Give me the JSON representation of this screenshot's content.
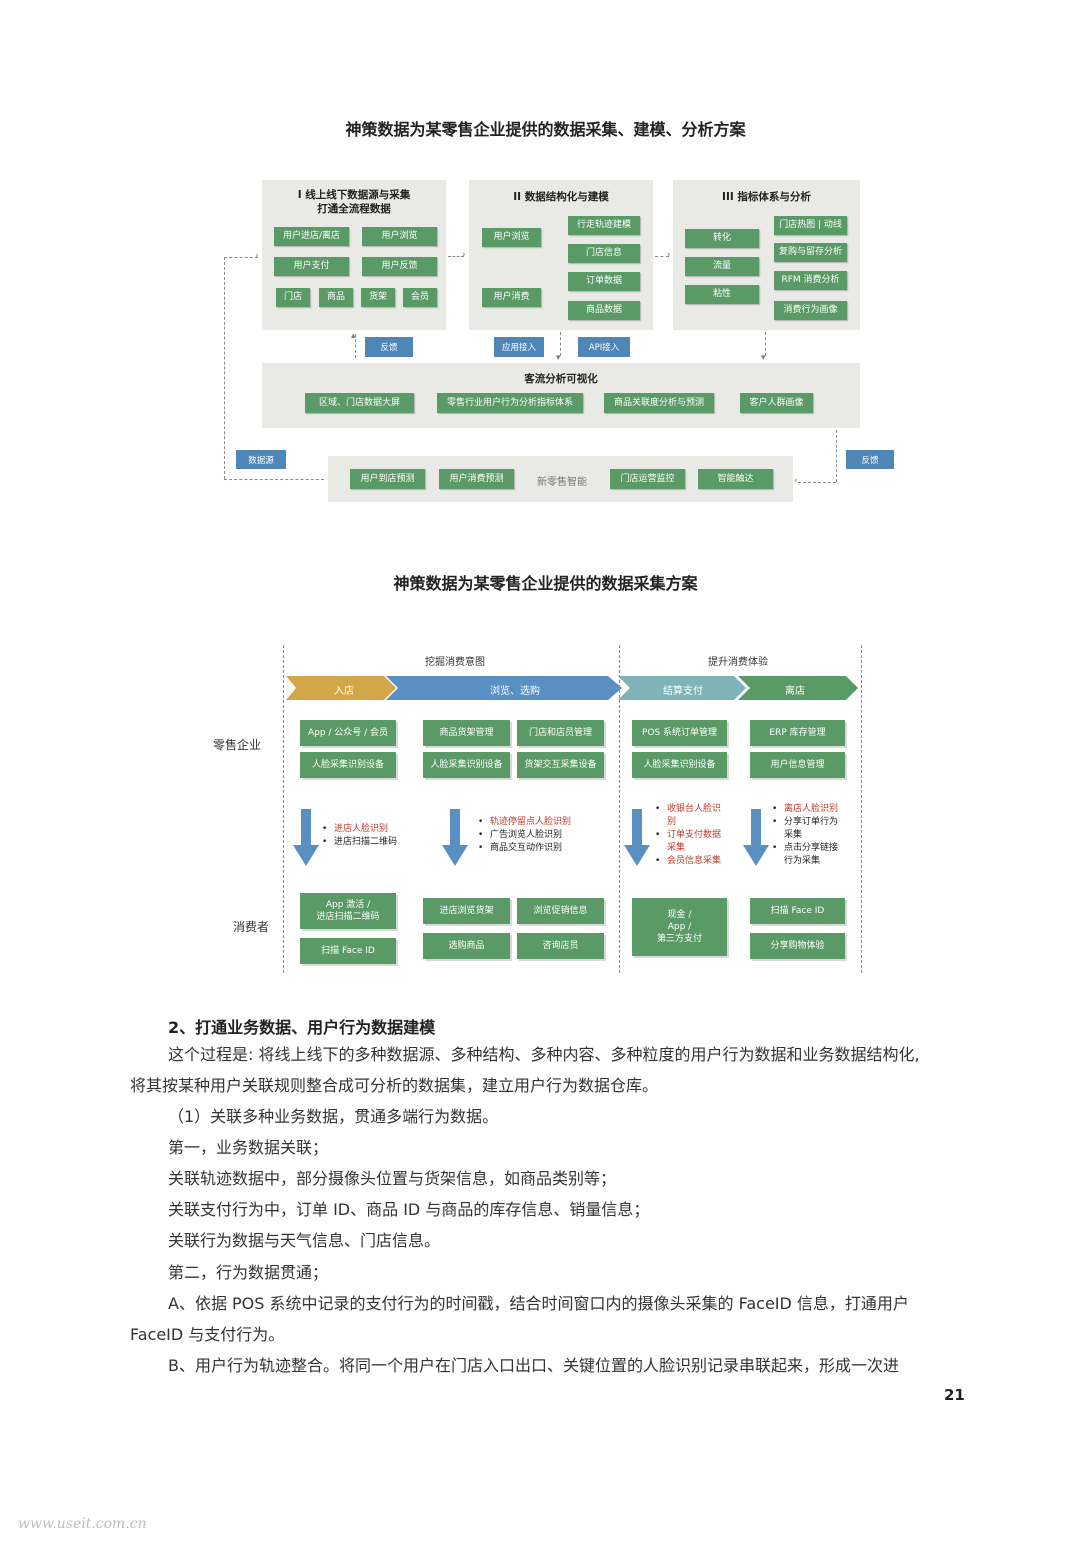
{
  "figure1": {
    "title": "神策数据为某零售企业提供的数据采集、建模、分析方案",
    "panel1": {
      "title_line1": "I 线上线下数据源与采集",
      "title_line2": "打通全流程数据",
      "items": [
        "用户进店/离店",
        "用户浏览",
        "用户支付",
        "用户反馈",
        "门店",
        "商品",
        "货架",
        "会员"
      ]
    },
    "panel2": {
      "title": "II 数据结构化与建模",
      "left_items": [
        "用户浏览",
        "用户消费"
      ],
      "right_items": [
        "行走轨迹建模",
        "门店信息",
        "订单数据",
        "商品数据"
      ]
    },
    "panel3": {
      "title": "III 指标体系与分析",
      "left_items": [
        "转化",
        "流量",
        "粘性"
      ],
      "right_items": [
        "门店热图 | 动线",
        "复购与留存分析",
        "RFM 消费分析",
        "消费行为画像"
      ]
    },
    "blue_labels": {
      "feedback_left": "反馈",
      "app_access": "应用接入",
      "api_access": "API接入",
      "datasource": "数据源",
      "feedback_right": "反馈"
    },
    "panel4": {
      "title": "客流分析可视化",
      "items": [
        "区域、门店数据大屏",
        "零售行业用户行为分析指标体系",
        "商品关联度分析与预测",
        "客户人群画像"
      ]
    },
    "panel5": {
      "center_label": "新零售智能",
      "items": [
        "用户到店预测",
        "用户消费预测",
        "门店运营监控",
        "智能触达"
      ]
    }
  },
  "figure2": {
    "title": "神策数据为某零售企业提供的数据采集方案",
    "section_labels": [
      "挖掘消费意图",
      "提升消费体验"
    ],
    "stages": [
      "入店",
      "浏览、选购",
      "结算支付",
      "离店"
    ],
    "stage_colors": [
      "#d4a64a",
      "#5a8fc4",
      "#7fb3b8",
      "#5a9a67"
    ],
    "row_labels": {
      "enterprise": "零售企业",
      "consumer": "消费者"
    },
    "enterprise_boxes": [
      [
        "App / 公众号 / 会员",
        "人脸采集识别设备"
      ],
      [
        "商品货架管理",
        "门店和店员管理",
        "人脸采集识别设备",
        "货架交互采集设备"
      ],
      [
        "POS 系统订单管理",
        "人脸采集识别设备"
      ],
      [
        "ERP 库存管理",
        "用户信息管理"
      ]
    ],
    "bullets": [
      [
        {
          "text": "进店人脸识别",
          "red": true
        },
        {
          "text": "进店扫描二维码",
          "red": false
        }
      ],
      [
        {
          "text": "轨迹停留点人脸识别",
          "red": true
        },
        {
          "text": "广告浏览人脸识别",
          "red": false
        },
        {
          "text": "商品交互动作识别",
          "red": false
        }
      ],
      [
        {
          "text": "收银台人脸识",
          "red": true
        },
        {
          "text": "别",
          "red": true,
          "cont": true
        },
        {
          "text": "订单支付数据",
          "red": true
        },
        {
          "text": "采集",
          "red": true,
          "cont": true
        },
        {
          "text": "会员信息采集",
          "red": true
        }
      ],
      [
        {
          "text": "离店人脸识别",
          "red": true
        },
        {
          "text": "分享订单行为",
          "red": false
        },
        {
          "text": "采集",
          "red": false,
          "cont": true
        },
        {
          "text": "点击分享链接",
          "red": false
        },
        {
          "text": "行为采集",
          "red": false,
          "cont": true
        }
      ]
    ],
    "consumer_boxes": {
      "c1a_line1": "App 激活 /",
      "c1a_line2": "进店扫描二维码",
      "c1b": "扫描 Face ID",
      "c2": [
        "进店浏览货架",
        "浏览促销信息",
        "选购商品",
        "咨询店员"
      ],
      "c3_line1": "现金 /",
      "c3_line2": "App /",
      "c3_line3": "第三方支付",
      "c4": [
        "扫描 Face ID",
        "分享购物体验"
      ]
    }
  },
  "text": {
    "heading": "2、打通业务数据、用户行为数据建模",
    "p1_line1": "这个过程是: 将线上线下的多种数据源、多种结构、多种内容、多种粒度的用户行为数据和业务数据结构化,",
    "p1_line2": "将其按某种用户关联规则整合成可分析的数据集，建立用户行为数据仓库。",
    "p2": "（1）关联多种业务数据，贯通多端行为数据。",
    "p3": "第一，业务数据关联；",
    "p4": "关联轨迹数据中，部分摄像头位置与货架信息，如商品类别等；",
    "p5": "关联支付行为中，订单 ID、商品 ID 与商品的库存信息、销量信息；",
    "p6": "关联行为数据与天气信息、门店信息。",
    "p7": "第二，行为数据贯通；",
    "p8_line1": "A、依据 POS 系统中记录的支付行为的时间戳，结合时间窗口内的摄像头采集的 FaceID 信息，打通用户",
    "p8_line2": "FaceID 与支付行为。",
    "p9": "B、用户行为轨迹整合。将同一个用户在门店入口出口、关键位置的人脸识别记录串联起来，形成一次进"
  },
  "page_number": "21",
  "watermark": "www.useit.com.cn"
}
